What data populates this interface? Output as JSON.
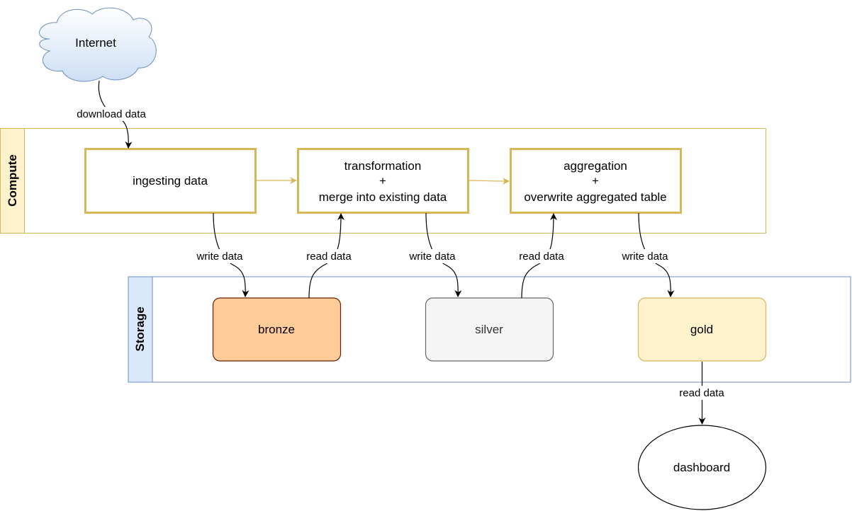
{
  "nodes": {
    "internet": "Internet",
    "ingest": "ingesting data",
    "transform": [
      "transformation",
      "+",
      "merge into existing data"
    ],
    "aggregate": [
      "aggregation",
      "+",
      "overwrite aggregated table"
    ],
    "bronze": "bronze",
    "silver": "silver",
    "gold": "gold",
    "dashboard": "dashboard"
  },
  "lanes": {
    "compute": "Compute",
    "storage": "Storage"
  },
  "edges": {
    "download": "download data",
    "write1": "write data",
    "read1": "read data",
    "write2": "write data",
    "read2": "read data",
    "write3": "write data",
    "read3": "read data"
  },
  "colors": {
    "compute_border": "#d6b656",
    "compute_header": "#fff2cc",
    "storage_border": "#6c8ebf",
    "storage_header": "#dae8fc",
    "bronze_fill": "#ffcc99",
    "bronze_border": "#6d1f00",
    "silver_fill": "#f5f5f5",
    "silver_border": "#666666",
    "silver_text": "#333333",
    "gold_fill": "#fff2cc",
    "gold_border": "#d6b656",
    "cloud_fill": "#dae8fc"
  }
}
